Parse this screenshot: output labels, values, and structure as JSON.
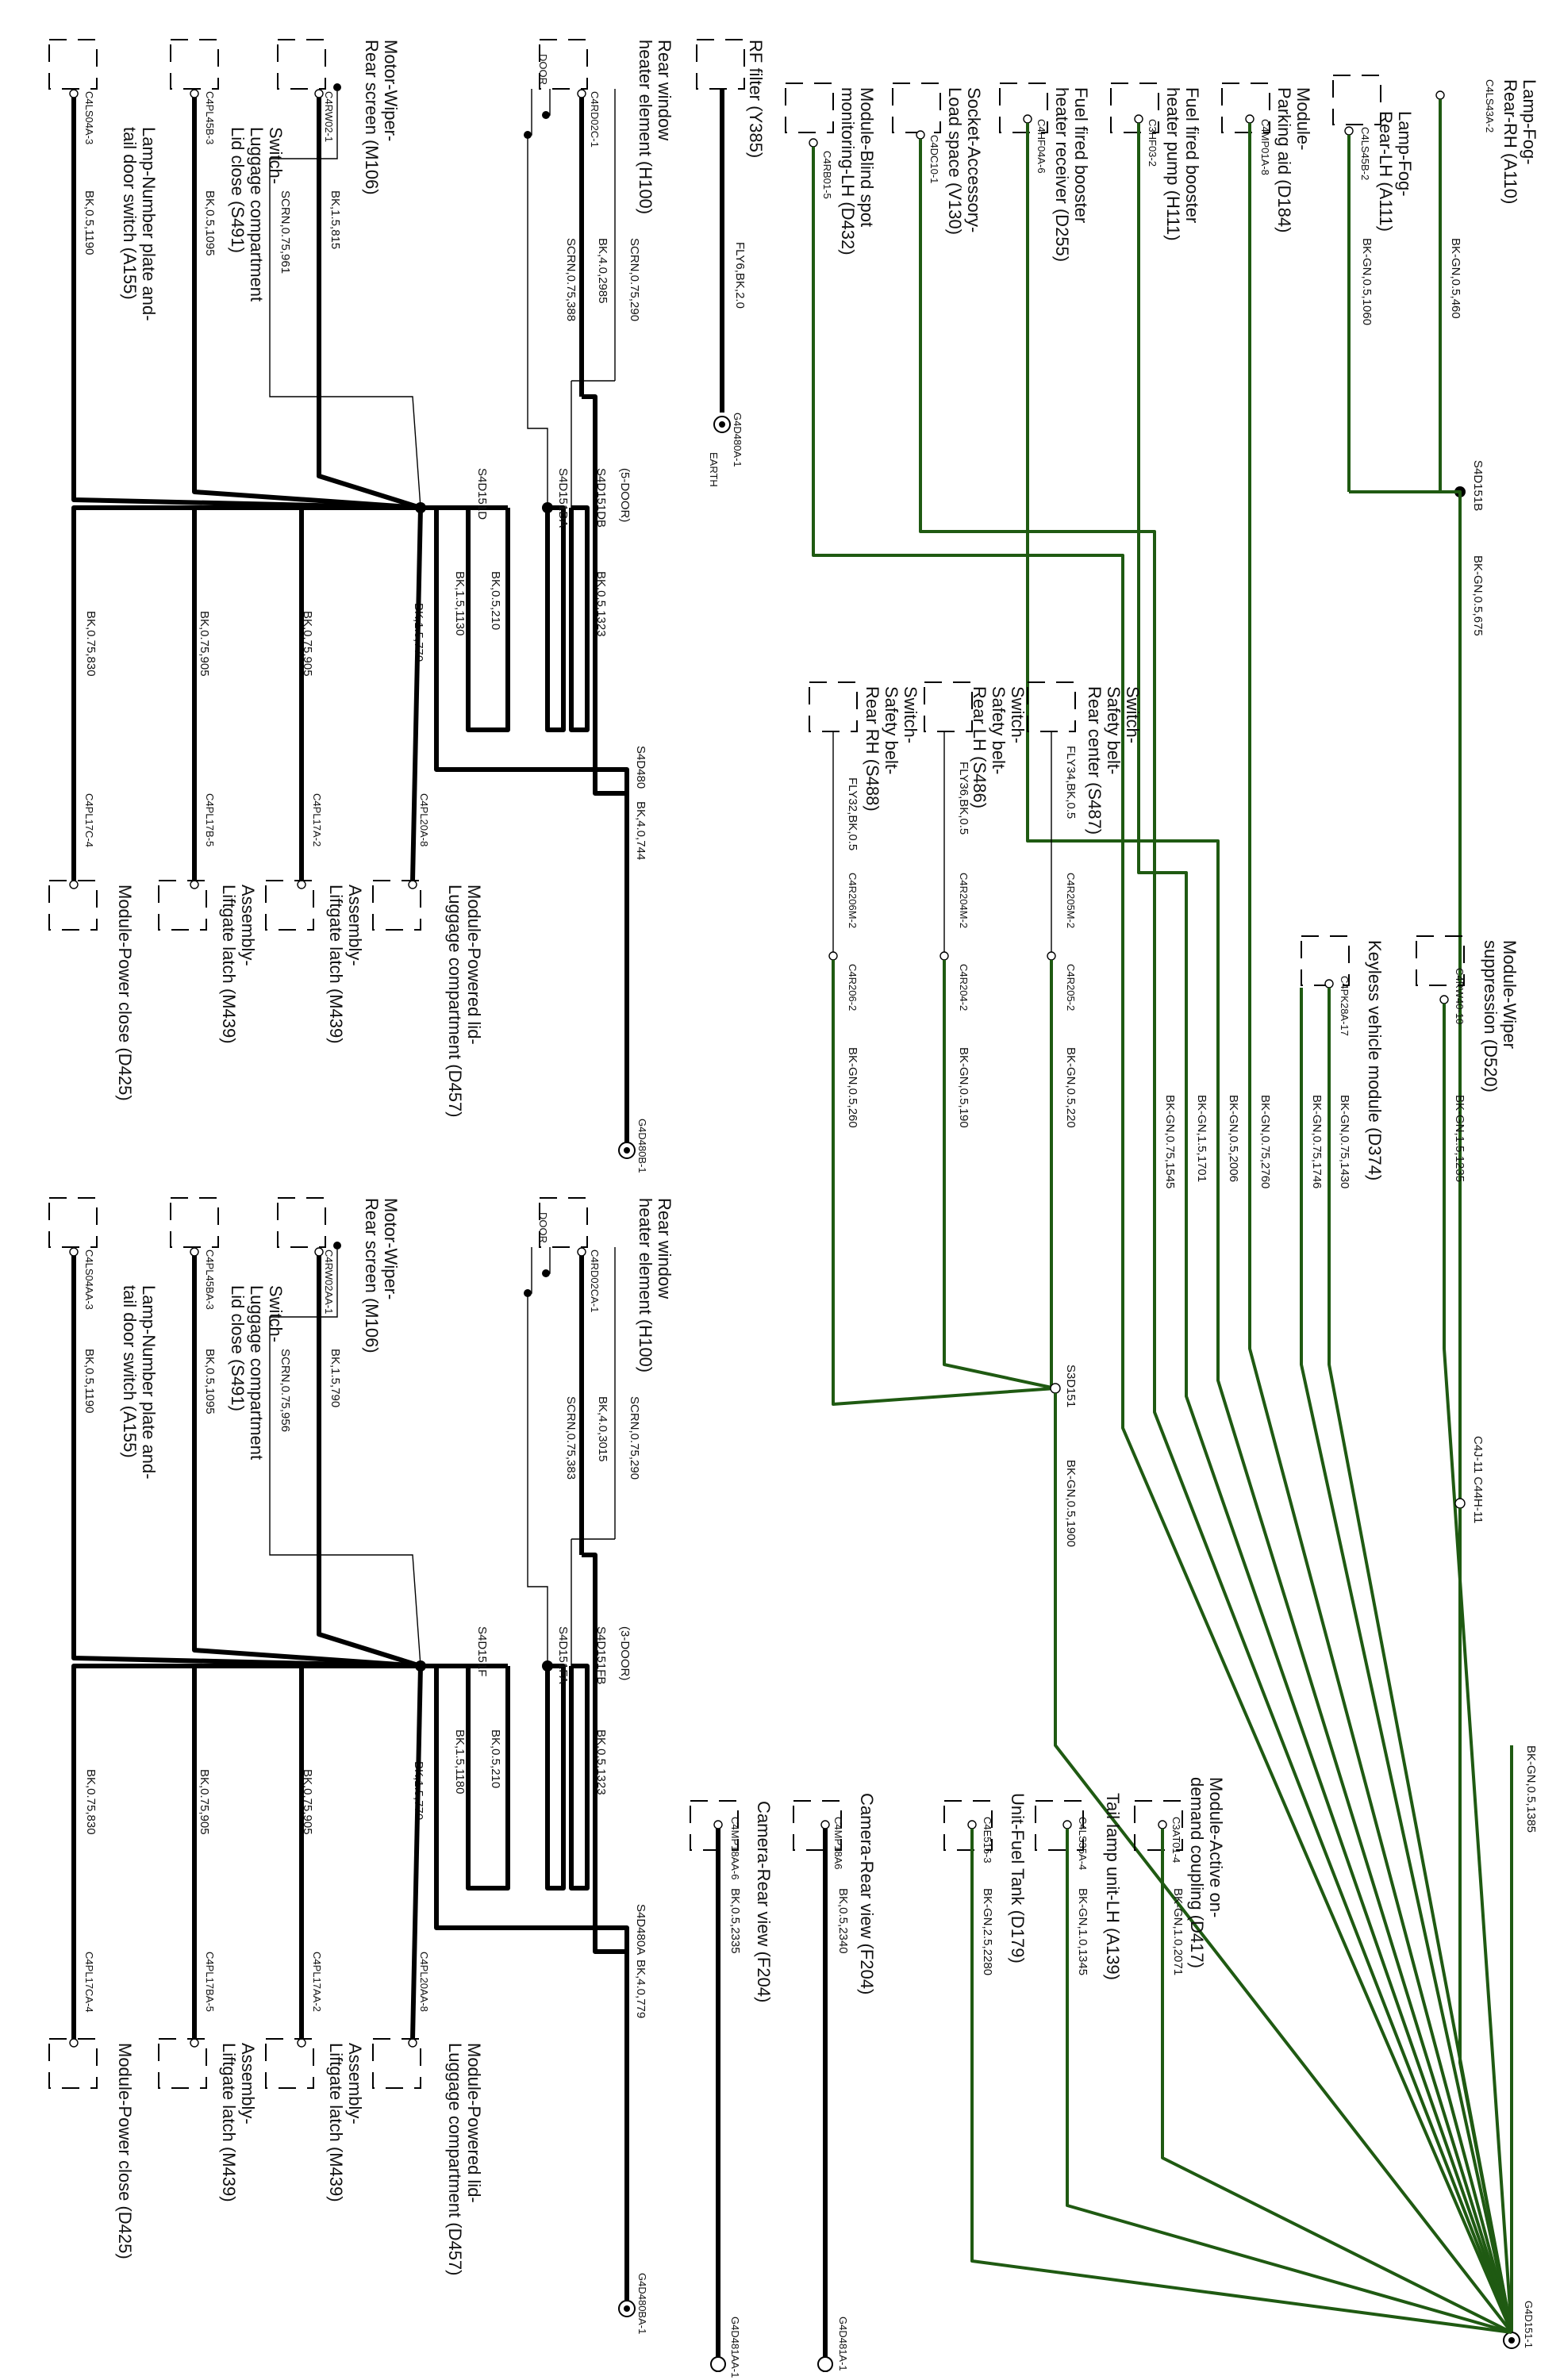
{
  "top": {
    "rf_filter": {
      "name": "RF filter (Y385)",
      "wire": "FLY6,BK,2.0",
      "ground": "G4D480A-1",
      "earth": "EARTH"
    },
    "rear_heater": {
      "name_line1": "Rear window",
      "name_line2": "heater element (H100)",
      "door": "DOOR",
      "pin": "C4RD02C-1",
      "wire_thin": "SCRN,0.75,290",
      "wire_main": "BK,4.0,2985",
      "wire_scrn2": "SCRN,0.75,388"
    },
    "wiper_motor": {
      "name_line1": "Motor-Wiper-",
      "name_line2": "Rear screen (M106)",
      "pin": "C4RW02-1",
      "wire": "BK,1.5,815",
      "wire_scrn": "SCRN,0.75,961"
    },
    "lid_switch": {
      "name_line1": "Switch-",
      "name_line2": "Luggage compartment",
      "name_line3": "Lid close (S491)",
      "pin": "C4PL45B-3",
      "wire": "BK,0.5,1095"
    },
    "number_plate": {
      "name_line1": "Lamp-Number plate and-",
      "name_line2": "tail door switch (A155)",
      "pin": "C4LS04A-3",
      "wire": "BK,0.5,1190"
    },
    "mode": "(5-DOOR)",
    "splices": {
      "db": "S4D151DB",
      "da": "S4D151DA",
      "d": "S4D151D",
      "main": "S4D480"
    },
    "post_wires": {
      "w1323": "BK,0.5,1323",
      "w210": "BK,0.5,210",
      "w1130": "BK,1.5,1130",
      "w770": "BK,1.5,770",
      "w905": "BK,0.75,905",
      "w905b": "BK,0.75,905",
      "w830": "BK,0.75,830",
      "main": "BK,4.0,744"
    },
    "targets": {
      "powered_lid": {
        "pin": "C4PL20A-8",
        "name_line1": "Module-Powered lid-",
        "name_line2": "Luggage compartment (D457)"
      },
      "latch1": {
        "pin": "C4PL17A-2",
        "name_line1": "Assembly-",
        "name_line2": "Liftgate latch (M439)"
      },
      "latch2": {
        "pin": "C4PL17B-5",
        "name_line1": "Assembly-",
        "name_line2": "Liftgate latch (M439)"
      },
      "power_close": {
        "pin": "C4PL17C-4",
        "name": "Module-Power close (D425)"
      }
    },
    "ground": "G4D480B-1"
  },
  "bottom": {
    "rear_heater": {
      "name_line1": "Rear window",
      "name_line2": "heater element (H100)",
      "door": "DOOR",
      "pin": "C4RD02CA-1",
      "wire_thin": "SCRN,0.75,290",
      "wire_main": "BK,4.0,3015",
      "wire_scrn2": "SCRN,0.75,383"
    },
    "wiper_motor": {
      "name_line1": "Motor-Wiper-",
      "name_line2": "Rear screen (M106)",
      "pin": "C4RW02AA-1",
      "wire": "BK,1.5,790",
      "wire_scrn": "SCRN,0.75,956"
    },
    "lid_switch": {
      "name_line1": "Switch-",
      "name_line2": "Luggage compartment",
      "name_line3": "Lid close (S491)",
      "pin": "C4PL45BA-3",
      "wire": "BK,0.5,1095"
    },
    "number_plate": {
      "name_line1": "Lamp-Number plate and-",
      "name_line2": "tail door switch (A155)",
      "pin": "C4LS04AA-3",
      "wire": "BK,0.5,1190"
    },
    "mode": "(3-DOOR)",
    "splices": {
      "fb": "S4D151FB",
      "fa": "S4D151FA",
      "f": "S4D151F",
      "main": "S4D480A"
    },
    "post_wires": {
      "w1323": "BK,0.5,1323",
      "w210": "BK,0.5,210",
      "w1180": "BK,1.5,1180",
      "w770": "BK,1.5,770",
      "w905": "BK,0.75,905",
      "w905b": "BK,0.75,905",
      "w830": "BK,0.75,830",
      "main": "BK,4.0,779"
    },
    "targets": {
      "powered_lid": {
        "pin": "C4PL20AA-8",
        "name_line1": "Module-Powered lid-",
        "name_line2": "Luggage compartment (D457)"
      },
      "latch1": {
        "pin": "C4PL17AA-2",
        "name_line1": "Assembly-",
        "name_line2": "Liftgate latch (M439)"
      },
      "latch2": {
        "pin": "C4PL17BA-5",
        "name_line1": "Assembly-",
        "name_line2": "Liftgate latch (M439)"
      },
      "power_close": {
        "pin": "C4PL17CA-4",
        "name": "Module-Power close (D425)"
      }
    },
    "ground": "G4D480BA-1"
  },
  "right": {
    "fog_rh": {
      "name_line1": "Lamp-Fog-",
      "name_line2": "Rear-RH (A110)",
      "pin": "C4LS43A-2",
      "wire": "BK-GN,0.5,460"
    },
    "fog_lh": {
      "name_line1": "Lamp-Fog-",
      "name_line2": "Rear-LH (A111)",
      "pin": "C4LS45B-2",
      "wire": "BK-GN,0.5,1060"
    },
    "splice_151b": {
      "name": "S4D151B",
      "wire": "BK-GN,0.5,675"
    },
    "parking": {
      "name_line1": "Module-",
      "name_line2": "Parking aid (D184)",
      "pin": "C4MP01A-8",
      "wire": "BK-GN,0.75,2760"
    },
    "booster_pump": {
      "name_line1": "Fuel fired booster",
      "name_line2": "heater pump (H111)",
      "pin": "C3HF03-2",
      "wire": "BK-GN,1.5,1701"
    },
    "booster_recv": {
      "name_line1": "Fuel fired booster",
      "name_line2": "heater receiver (D255)",
      "pin": "C4HF04A-6",
      "wire": "BK-GN,0.5,2006"
    },
    "socket": {
      "name_line1": "Socket-Accessory-",
      "name_line2": "Load space (V130)",
      "pin": "C4DC10-1",
      "wire": "BK-GN,0.75,1545"
    },
    "blind_spot": {
      "name_line1": "Module-Blind spot",
      "name_line2": "monitoring-LH (D432)",
      "pin": "C4RB01-5"
    },
    "belt_center": {
      "name_line1": "Switch-",
      "name_line2": "Safety belt-",
      "name_line3": "Rear center (S487)",
      "wire1": "FLY34,BK,0.5",
      "pin_a": "C4R205M-2",
      "pin_b": "C4R205-2",
      "wire2": "BK-GN,0.5,220"
    },
    "belt_lh": {
      "name_line1": "Switch-",
      "name_line2": "Safety belt-",
      "name_line3": "Rear LH (S486)",
      "wire1": "FLY36,BK,0.5",
      "pin_a": "C4R204M-2",
      "pin_b": "C4R204-2",
      "wire2": "BK-GN,0.5,190"
    },
    "belt_rh": {
      "name_line1": "Switch-",
      "name_line2": "Safety belt-",
      "name_line3": "Rear RH (S488)",
      "wire1": "FLY32,BK,0.5",
      "pin_a": "C4R206M-2",
      "pin_b": "C4R206-2",
      "wire2": "BK-GN,0.5,260"
    },
    "keyless": {
      "name": "Keyless vehicle module (D374)",
      "pin": "C4PK28A-17",
      "wire_a": "BK-GN,0.75,1430",
      "wire_b": "BK-GN,0.75,1746"
    },
    "wiper_supp": {
      "name_line1": "Module-Wiper",
      "name_line2": "suppression (D520)",
      "pin": "C4RW40-10",
      "wire": "BK-GN,1.5,1235"
    },
    "splice_sd151": {
      "name": "S3D151",
      "wire": "BK-GN,0.5,1900"
    },
    "inline": "C4J-11 C44H-11",
    "ground_wire": "BK-GN,0.5,1385",
    "ground": "G4D151-1",
    "awd": {
      "name_line1": "Module-Active on-",
      "name_line2": "demand coupling (D417)",
      "pin": "C3AT01-4",
      "wire": "BK-GN,1.0,2071"
    },
    "tail_lh": {
      "name": "Tail lamp unit-LH (A139)",
      "pin": "C4LS35A-4",
      "wire": "BK-GN,1.0,1345"
    },
    "fuel_tank": {
      "name": "Unit-Fuel Tank (D179)",
      "pin": "C4E515-3",
      "wire": "BK-GN,2.5,2280"
    },
    "camera1": {
      "name": "Camera-Rear view (F204)",
      "pin": "C4MP18A6",
      "wire": "BK,0.5,2340",
      "ground": "G4D481A-1"
    },
    "camera2": {
      "name": "Camera-Rear view (F204)",
      "pin": "C4MP18AA-6",
      "wire": "BK,0.5,2335",
      "ground": "G4D481AA-1"
    }
  }
}
